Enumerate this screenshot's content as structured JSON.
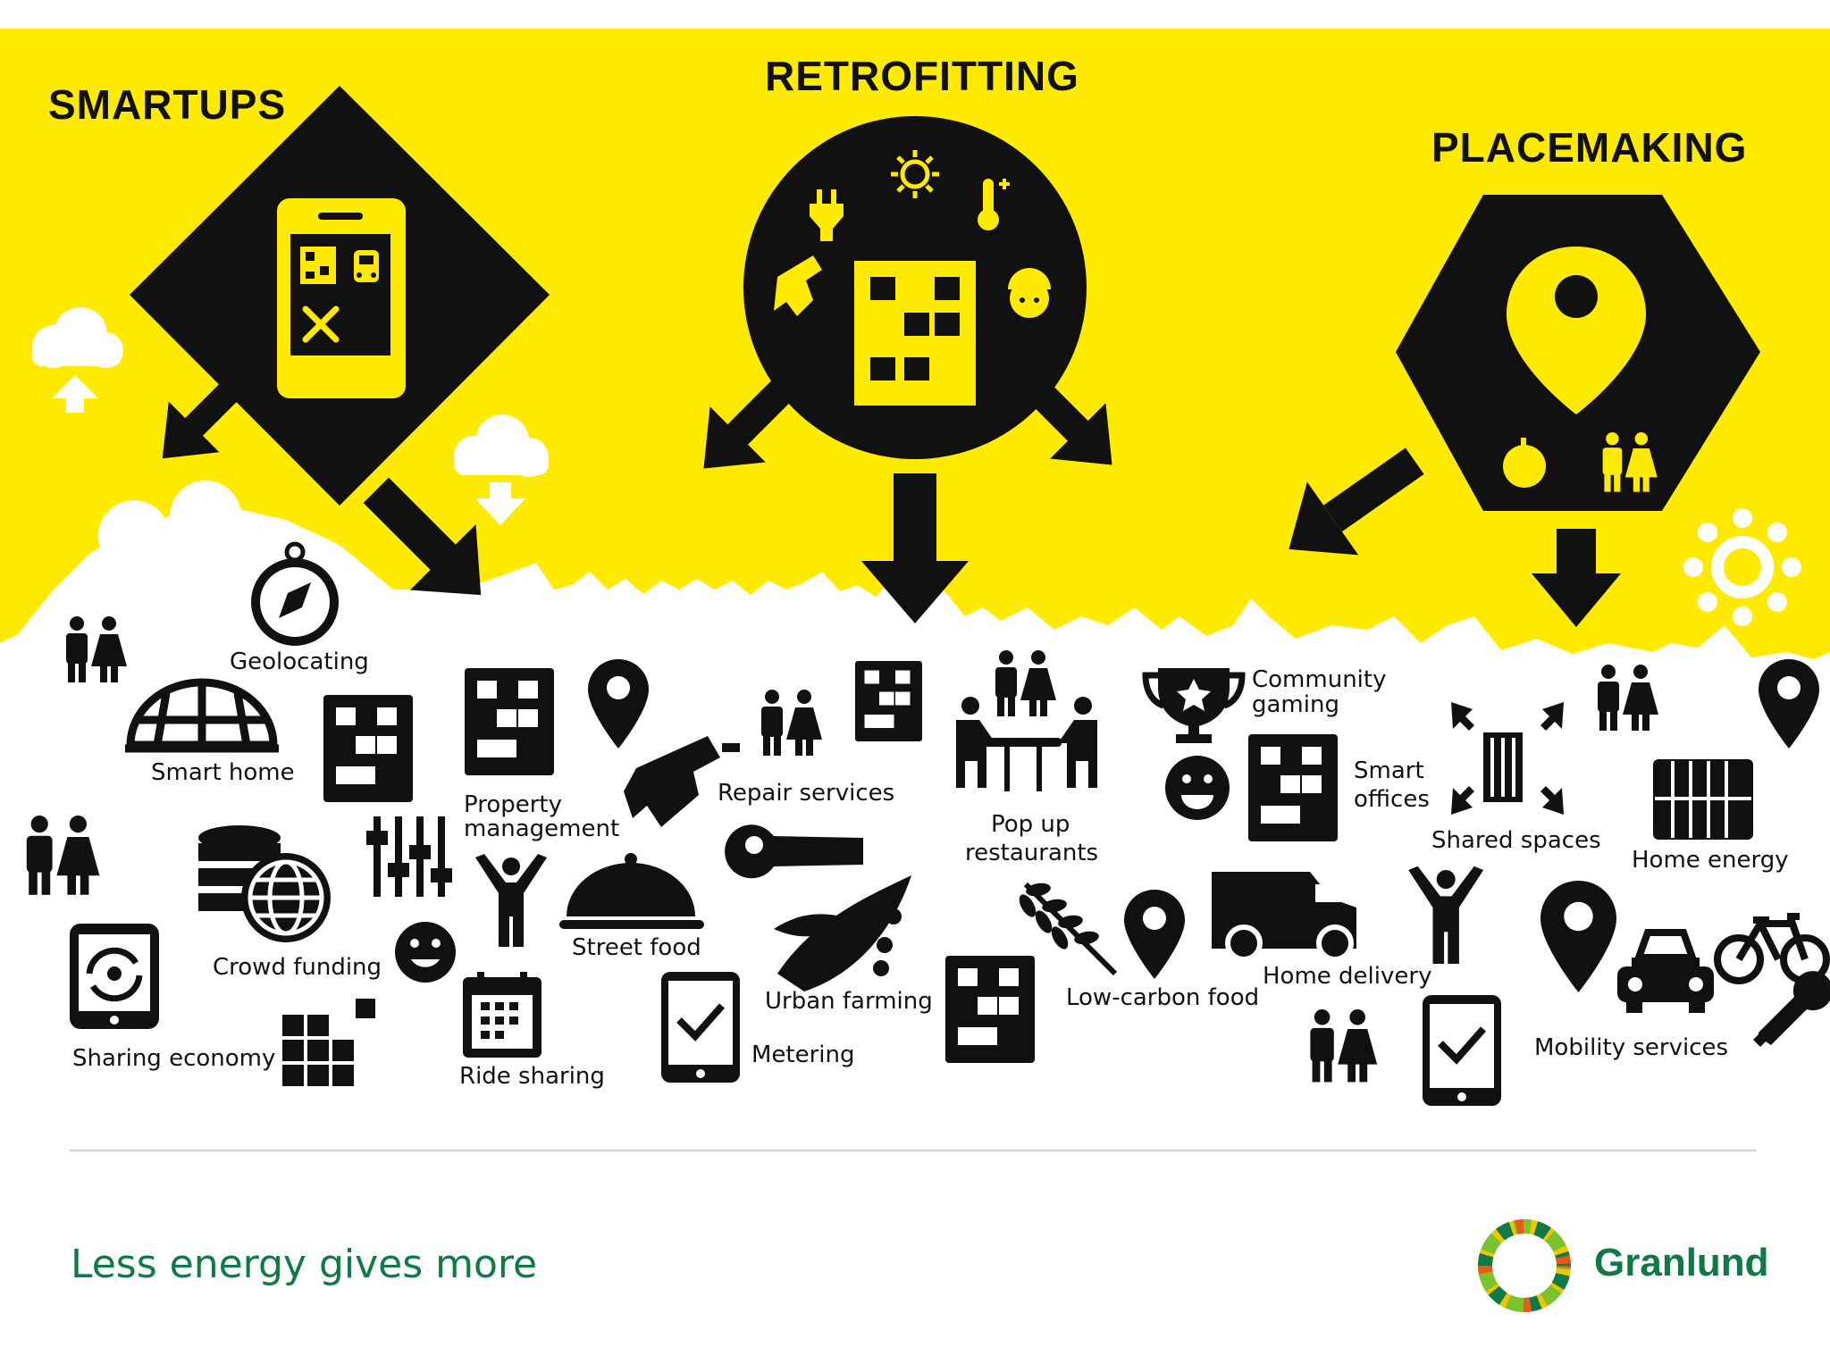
{
  "headings": {
    "smartups": "SMARTUPS",
    "retrofitting": "RETROFITTING",
    "placemaking": "PLACEMAKING"
  },
  "labels": {
    "geolocating": "Geolocating",
    "smart_home": "Smart home",
    "crowd_funding": "Crowd funding",
    "sharing_economy": "Sharing economy",
    "property_management_1": "Property",
    "property_management_2": "management",
    "street_food": "Street food",
    "ride_sharing": "Ride sharing",
    "repair_services": "Repair services",
    "urban_farming": "Urban farming",
    "metering": "Metering",
    "pop_up_1": "Pop up",
    "pop_up_2": "restaurants",
    "low_carbon_food": "Low-carbon food",
    "community_gaming_1": "Community",
    "community_gaming_2": "gaming",
    "smart_offices_1": "Smart",
    "smart_offices_2": "offices",
    "shared_spaces": "Shared spaces",
    "home_energy": "Home energy",
    "home_delivery": "Home delivery",
    "mobility_services": "Mobility services"
  },
  "footer": {
    "tagline": "Less energy gives more",
    "brand": "Granlund"
  },
  "colors": {
    "accent_yellow": "#ffea00",
    "ink": "#111111",
    "brand_green": "#0e7a46"
  }
}
